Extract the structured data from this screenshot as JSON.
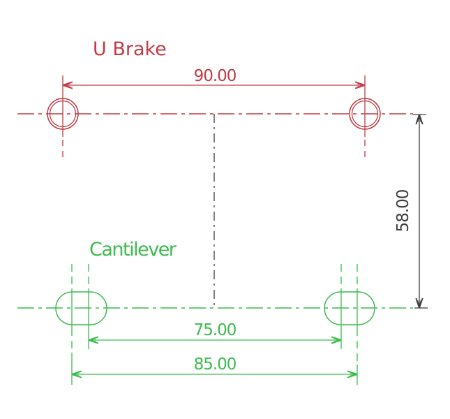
{
  "drawing": {
    "description": "Brake mounting hole spacing drawing with U Brake and Cantilever patterns"
  },
  "labels": {
    "u_brake": "U Brake",
    "cantilever": "Cantilever"
  },
  "dimensions": {
    "u_brake_spacing": "90.00",
    "vertical_offset": "58.00",
    "cantilever_inner": "75.00",
    "cantilever_outer": "85.00"
  },
  "colors": {
    "red": "#c23b45",
    "green": "#3cbb4e",
    "dark": "#3d3d3d",
    "background": "#ffffff"
  }
}
